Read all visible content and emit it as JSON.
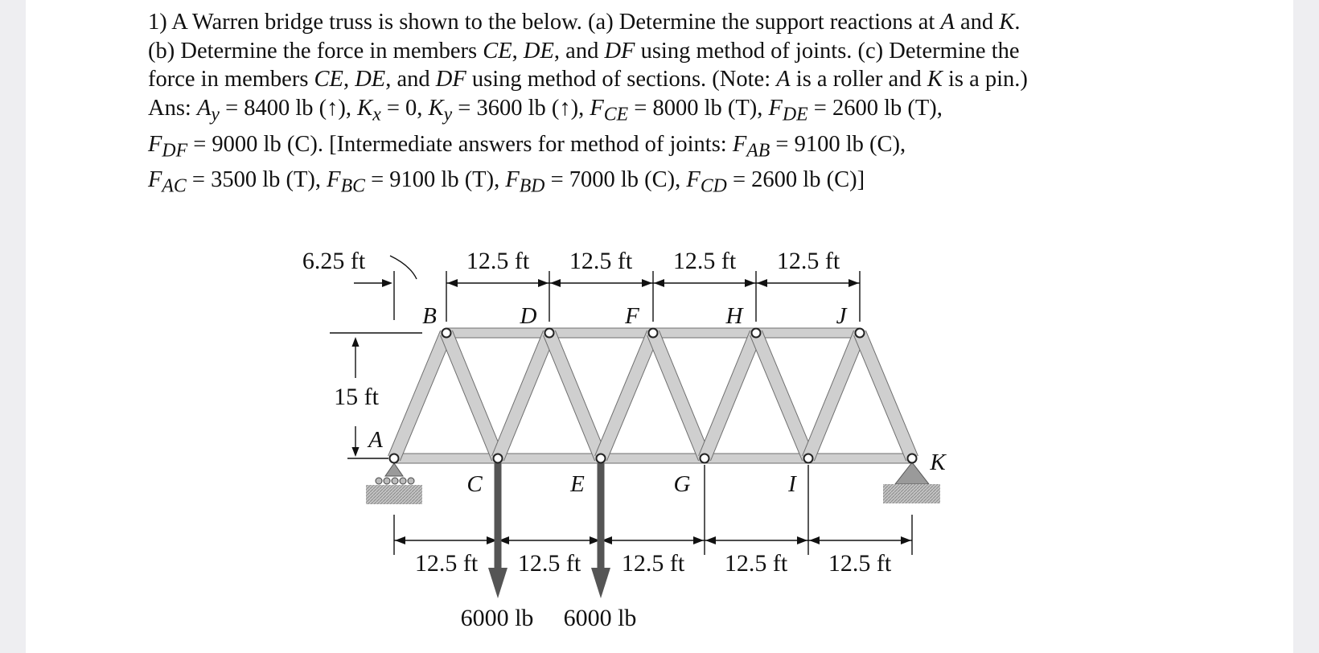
{
  "problem": {
    "line1": [
      "1) A Warren bridge truss is shown to the below. (a) Determine the support reactions at ",
      "A",
      " and ",
      "K",
      "."
    ],
    "line2": [
      "(b) Determine the force in members ",
      "CE",
      ", ",
      "DE",
      ", and ",
      "DF",
      " using method of joints.  (c)  Determine the"
    ],
    "line3": [
      "force in members ",
      "CE",
      ", ",
      "DE",
      ", and ",
      "DF",
      " using method of sections. (Note: ",
      "A",
      " is a roller and ",
      "K",
      " is a pin.)"
    ],
    "line4": [
      "Ans: ",
      "A",
      "y",
      " = 8400 lb (↑), ",
      "K",
      "x",
      " = 0, ",
      "K",
      "y",
      " = 3600 lb (↑), ",
      "F",
      "CE",
      " = 8000 lb (T), ",
      "F",
      "DE",
      " = 2600 lb (T),"
    ],
    "line5": [
      "F",
      "DF",
      " = 9000 lb (C).  [Intermediate answers for method of joints: ",
      "F",
      "AB",
      " = 9100 lb (C),"
    ],
    "line6": [
      "F",
      "AC",
      " = 3500 lb (T), ",
      "F",
      "BC",
      " = 9100 lb (T), ",
      "F",
      "BD",
      " = 7000 lb (C), ",
      "F",
      "CD",
      " = 2600 lb (C)]"
    ]
  },
  "figure": {
    "top_left_dim": "6.25 ft",
    "top_dims": [
      "12.5 ft",
      "12.5 ft",
      "12.5 ft",
      "12.5 ft"
    ],
    "height_dim": "15 ft",
    "top_nodes": [
      "B",
      "D",
      "F",
      "H",
      "J"
    ],
    "bottom_nodes": [
      "A",
      "C",
      "E",
      "G",
      "I",
      "K"
    ],
    "bottom_dims": [
      "12.5 ft",
      "12.5 ft",
      "12.5 ft",
      "12.5 ft",
      "12.5 ft"
    ],
    "loads": [
      "6000 lb",
      "6000 lb"
    ]
  }
}
